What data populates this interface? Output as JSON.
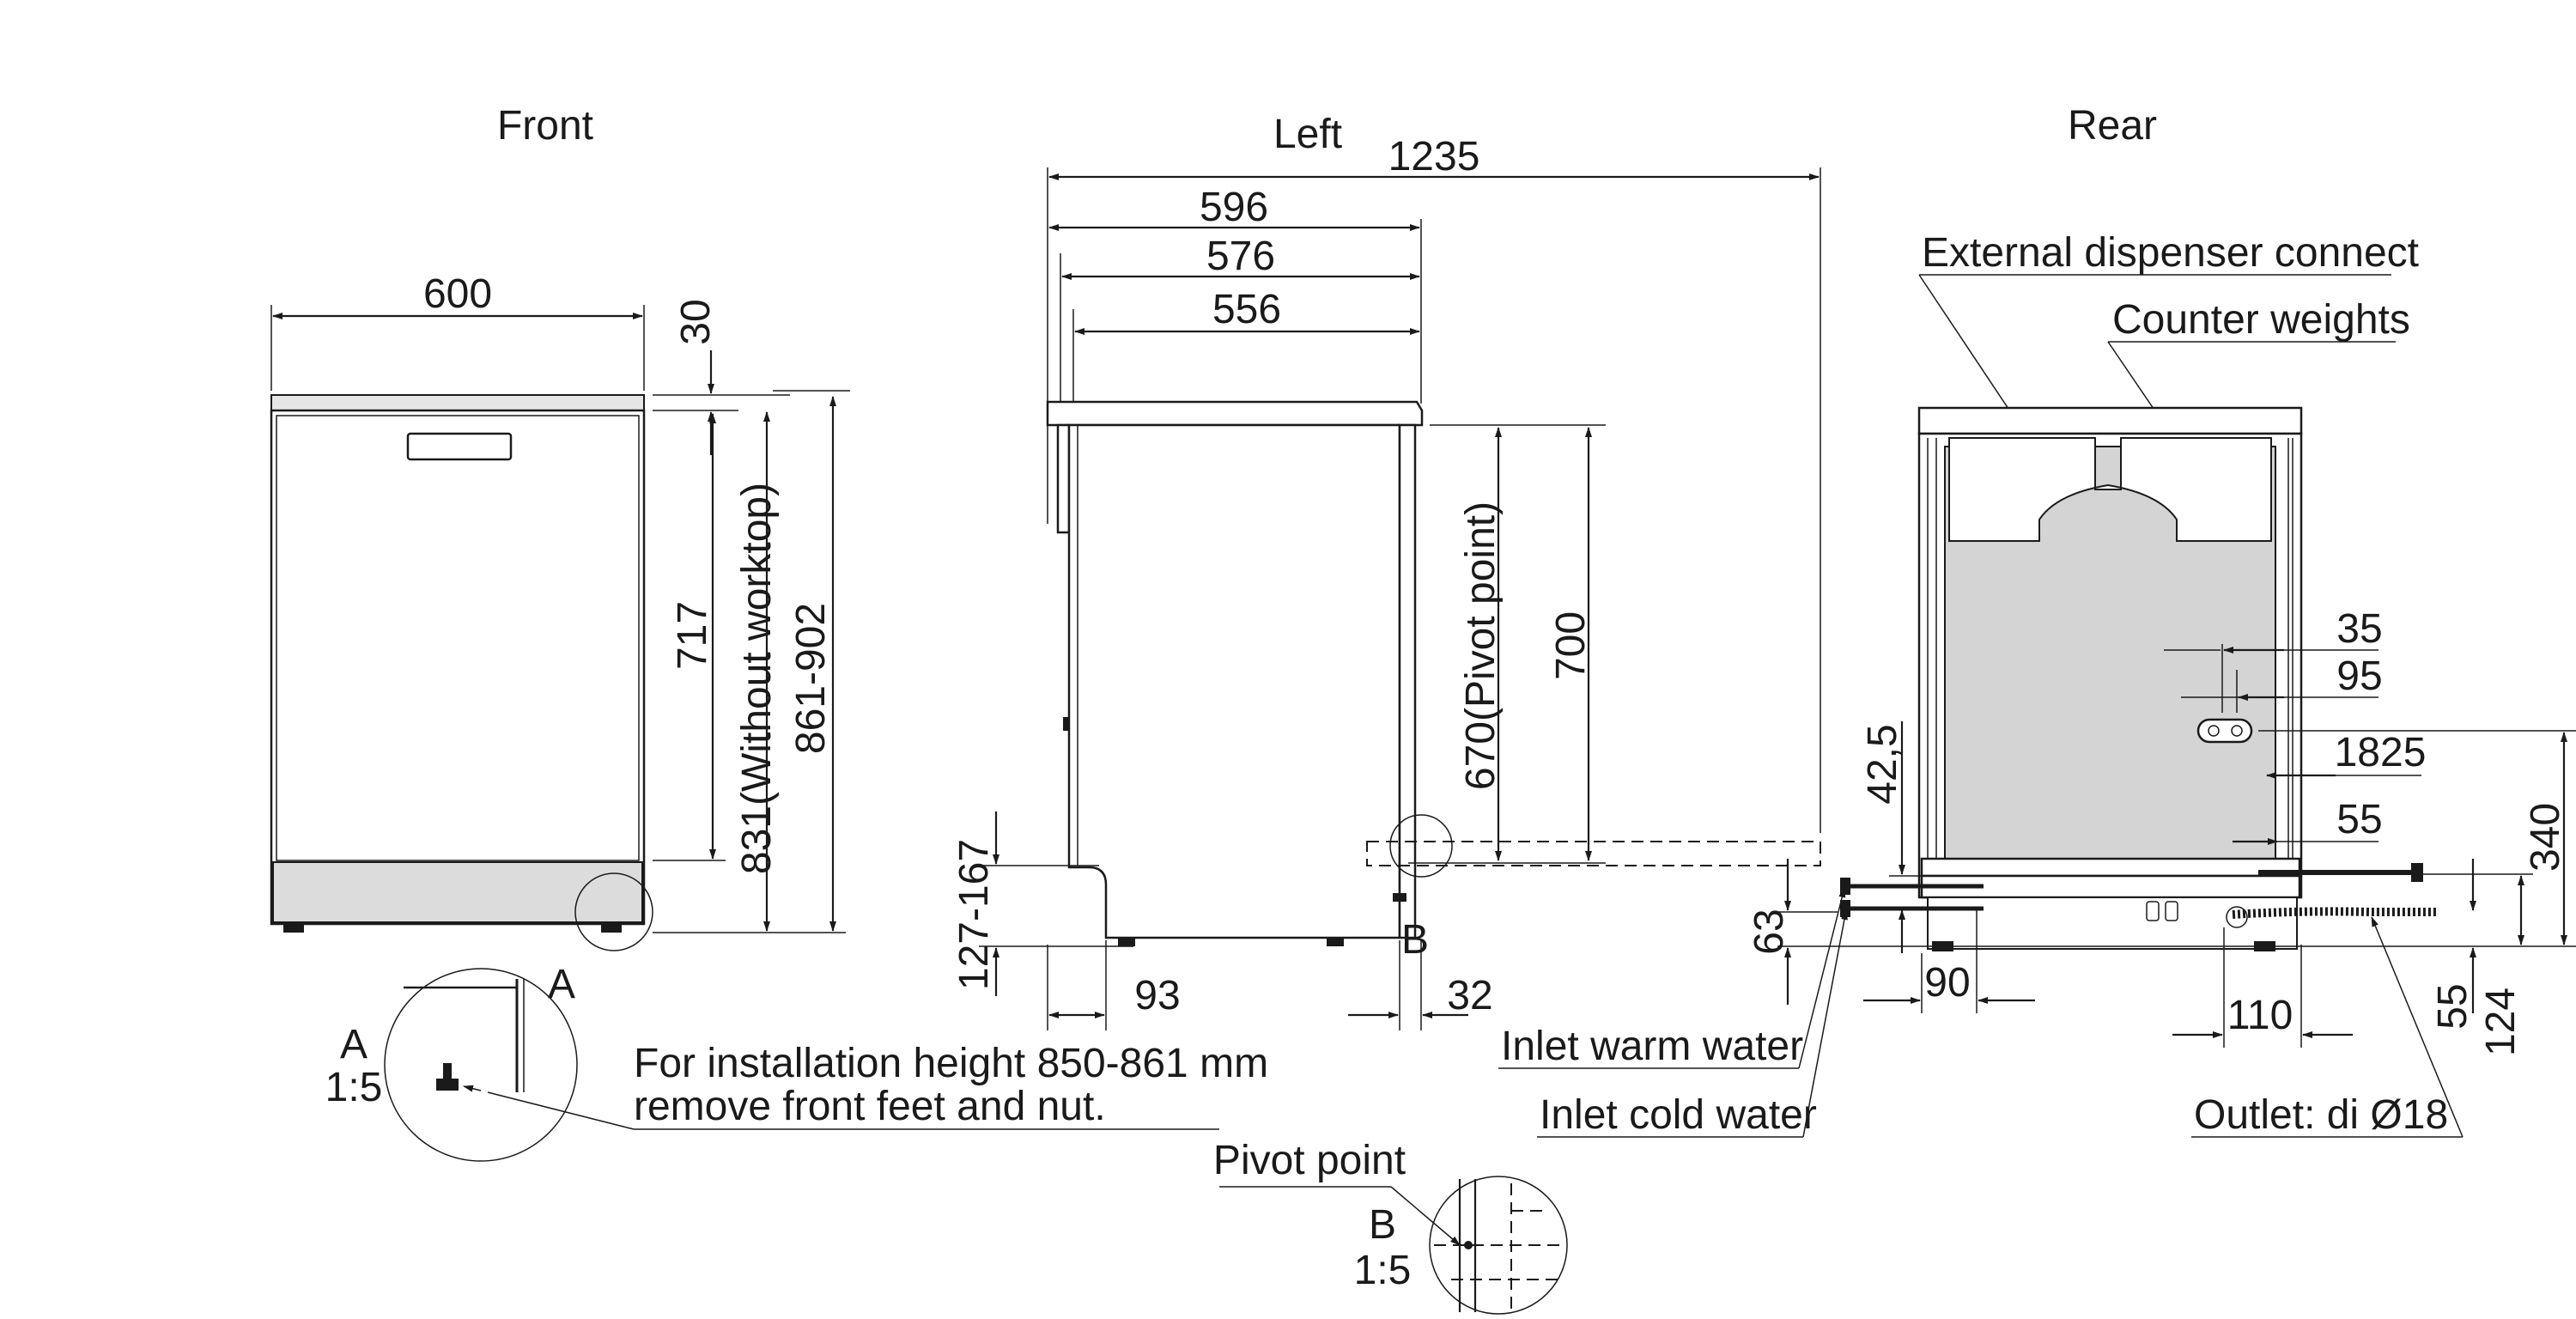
{
  "views": {
    "front": "Front",
    "left": "Left",
    "rear": "Rear"
  },
  "front": {
    "width": "600",
    "top": "30",
    "h717": "717",
    "h831": "831(Without worktop)",
    "h861": "861-902",
    "detail_a_marker": "A",
    "detail_a_label": "A",
    "detail_a_scale": "1:5",
    "note_line1": "For installation height 850-861 mm",
    "note_line2": "remove front feet and nut."
  },
  "left": {
    "d1235": "1235",
    "d596": "596",
    "d576": "576",
    "d556": "556",
    "h670": "670(Pivot point)",
    "h700": "700",
    "h127": "127-167",
    "d93": "93",
    "d32": "32",
    "b_marker": "B",
    "pivot_label": "Pivot point",
    "detail_b_label": "B",
    "detail_b_scale": "1:5"
  },
  "rear": {
    "external_dispenser": "External dispenser connect",
    "counter_weights": "Counter weights",
    "d35": "35",
    "d95": "95",
    "d1825": "1825",
    "d55a": "55",
    "d42": "42,5",
    "d340": "340",
    "d63": "63",
    "d90": "90",
    "d110": "110",
    "d55b": "55",
    "d124": "124",
    "inlet_warm": "Inlet warm water",
    "inlet_cold": "Inlet cold water",
    "outlet": "Outlet: di  Ø18"
  }
}
